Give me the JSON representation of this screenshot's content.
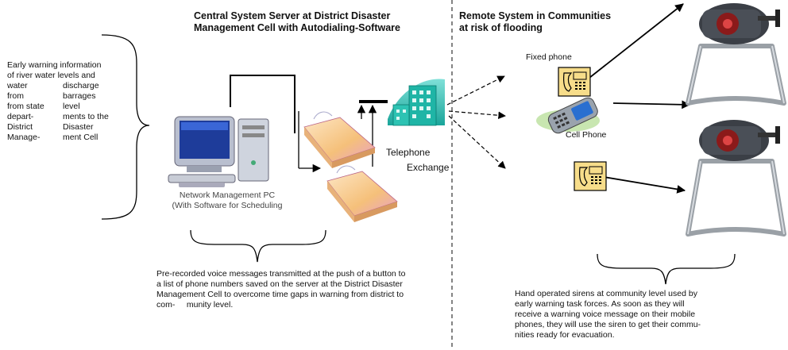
{
  "headings": {
    "central": [
      "Central System Server at District Disaster",
      "Management Cell with Autodialing-Software"
    ],
    "remote": [
      "Remote System in Communities",
      "at risk of flooding"
    ]
  },
  "early_warning": {
    "line1": "Early warning information",
    "line2": "of river water levels and",
    "rows": [
      [
        "water",
        "discharge"
      ],
      [
        "from",
        "barrages"
      ],
      [
        "from state",
        "level"
      ],
      [
        "depart-",
        "ments to the"
      ],
      [
        "District",
        "Disaster"
      ],
      [
        "Manage-",
        "ment Cell"
      ]
    ]
  },
  "pc_label": [
    "Network Management PC",
    "(With Software for Scheduling"
  ],
  "telephone_exchange": [
    "Telephone",
    "Exchange"
  ],
  "fixed_phone": "Fixed phone",
  "cell_phone": "Cell Phone",
  "bottom_left_caption": [
    "Pre-recorded voice messages transmitted at the push of a button to",
    "a list of phone numbers saved on the server at the District Disaster",
    "Management Cell to overcome time gaps in warning from district to",
    "com-     munity level."
  ],
  "bottom_right_caption": [
    "Hand operated sirens at community level used by",
    "early warning task forces. As soon as they will",
    "receive a warning voice message on their mobile",
    "phones, they will use the siren to get their commu-",
    "nities ready for evacuation."
  ],
  "icons": [
    "computer-icon",
    "modem-icon",
    "building-icon",
    "fixed-phone-icon",
    "cell-phone-icon",
    "siren-icon"
  ]
}
